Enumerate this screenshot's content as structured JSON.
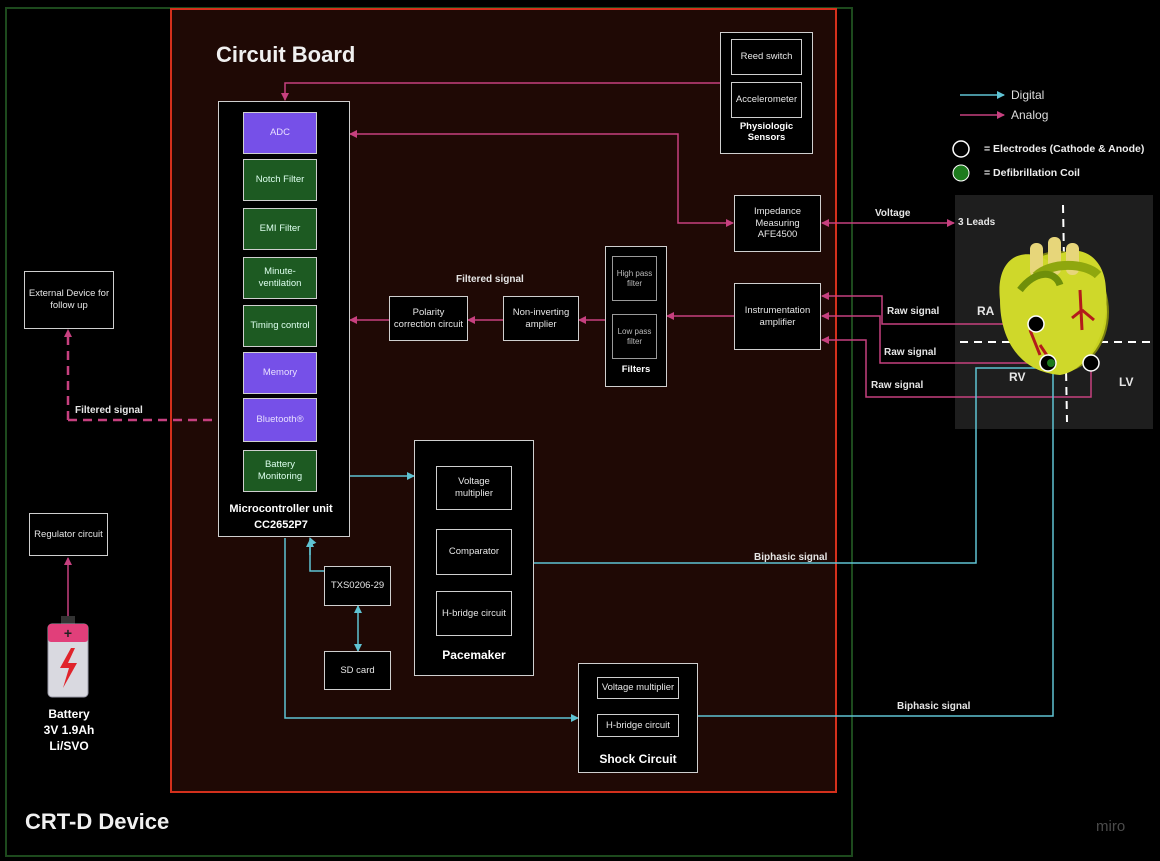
{
  "device_title": "CRT-D Device",
  "board_title": "Circuit Board",
  "watermark": "miro",
  "legend": {
    "digital": "Digital",
    "analog": "Analog",
    "electrodes": "= Electrodes (Cathode & Anode)",
    "coil": "= Defibrillation Coil"
  },
  "colors": {
    "digital": "#5fc3d3",
    "analog": "#c6407f",
    "board_border": "#d4301c",
    "device_border": "#1d4a1d",
    "purple_block": "#7650e8",
    "green_block": "#1d5a22"
  },
  "mcu": {
    "blocks": [
      {
        "label": "ADC",
        "color": "purple"
      },
      {
        "label": "Notch Filter",
        "color": "green"
      },
      {
        "label": "EMI Filter",
        "color": "green"
      },
      {
        "label": "Minute-ventilation",
        "color": "green"
      },
      {
        "label": "Timing control",
        "color": "green"
      },
      {
        "label": "Memory",
        "color": "purple"
      },
      {
        "label": "Bluetooth®",
        "color": "purple"
      },
      {
        "label": "Battery Monitoring",
        "color": "green"
      }
    ],
    "name": "Microcontroller unit",
    "part": "CC2652P7"
  },
  "sensors": {
    "reed": "Reed switch",
    "accel": "Accelerometer",
    "title": "Physiologic Sensors"
  },
  "impedance": "Impedance Measuring AFE4500",
  "instrumentation": "Instrumentation amplifier",
  "filters": {
    "high": "High pass filter",
    "low": "Low pass filter",
    "title": "Filters"
  },
  "noninverting": "Non-inverting amplier",
  "polarity": "Polarity correction circuit",
  "filtered_signal": "Filtered signal",
  "external": "External Device for follow up",
  "external_signal": "Filtered signal",
  "regulator": "Regulator circuit",
  "battery": {
    "title": "Battery",
    "spec": "3V 1.9Ah",
    "chem": "Li/SVO"
  },
  "txs": "TXS0206-29",
  "sdcard": "SD card",
  "pacemaker": {
    "vm": "Voltage multiplier",
    "comp": "Comparator",
    "hb": "H-bridge circuit",
    "title": "Pacemaker"
  },
  "shock": {
    "vm": "Voltage multiplier",
    "hb": "H-bridge circuit",
    "title": "Shock Circuit"
  },
  "signals": {
    "voltage": "Voltage",
    "leads": "3 Leads",
    "raw1": "Raw signal",
    "raw2": "Raw signal",
    "raw3": "Raw signal",
    "biphasic1": "Biphasic signal",
    "biphasic2": "Biphasic signal"
  },
  "heart": {
    "ra": "RA",
    "rv": "RV",
    "lv": "LV"
  }
}
